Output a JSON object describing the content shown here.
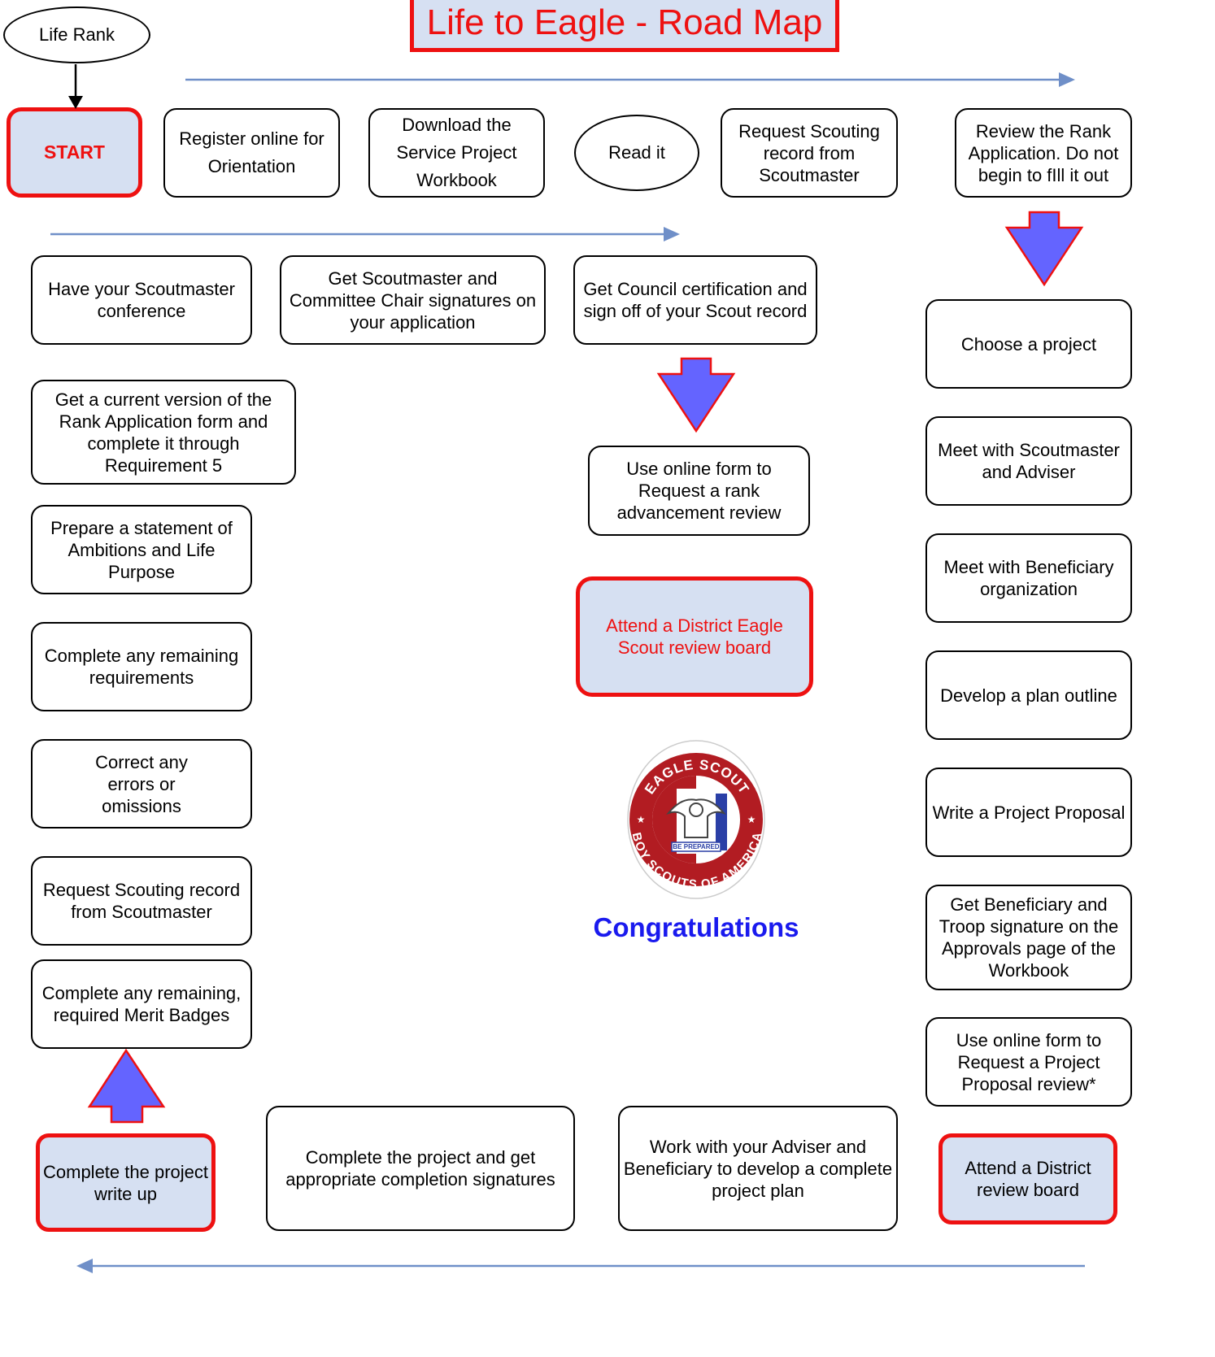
{
  "title": "Life to Eagle - Road Map",
  "life_rank": "Life Rank",
  "top_row": {
    "start": "START",
    "register": "Register online for Orientation",
    "download": "Download the Service Project Workbook",
    "read": "Read it",
    "request_record": "Request Scouting record from Scoutmaster",
    "review_app": "Review the Rank Application. Do not begin to fIll it out"
  },
  "right_column": [
    "Choose a project",
    "Meet with Scoutmaster and Adviser",
    "Meet with Beneficiary organization",
    "Develop a plan outline",
    "Write a Project Proposal",
    "Get Beneficiary and Troop signature on the Approvals page of the Workbook",
    "Use online form to Request a Project Proposal review*",
    "Attend a District review board"
  ],
  "bottom_row": {
    "work_with_adviser": "Work with your Adviser and Beneficiary to develop a complete project plan",
    "complete_project": "Complete the project and get appropriate completion signatures",
    "write_up": "Complete the project write up"
  },
  "left_column": [
    "Complete any remaining, required Merit Badges",
    "Request Scouting record from Scoutmaster",
    "Correct any errors or omissions",
    "Complete any remaining requirements",
    "Prepare a statement of Ambitions and Life Purpose",
    "Get a current version of the Rank Application form and complete it through Requirement 5",
    "Have your Scoutmaster conference"
  ],
  "middle_row": {
    "signatures": "Get Scoutmaster and Committee Chair signatures on your application",
    "council": "Get Council certification and sign off of your Scout record"
  },
  "final": {
    "request_review": "Use online form to Request a rank advancement review",
    "eagle_board": "Attend a District Eagle Scout review board",
    "congratulations": "Congratulations"
  },
  "badge": {
    "top_text": "EAGLE SCOUT",
    "bottom_text": "BOY SCOUTS OF AMERICA",
    "ribbon_text": "BE PREPARED"
  },
  "colors": {
    "highlight_border": "#ee1111",
    "highlight_fill": "#d6e0f2",
    "flow_arrow": "#6f8fc8",
    "block_arrow": "#6464ff",
    "congrats": "#1a1aee"
  }
}
